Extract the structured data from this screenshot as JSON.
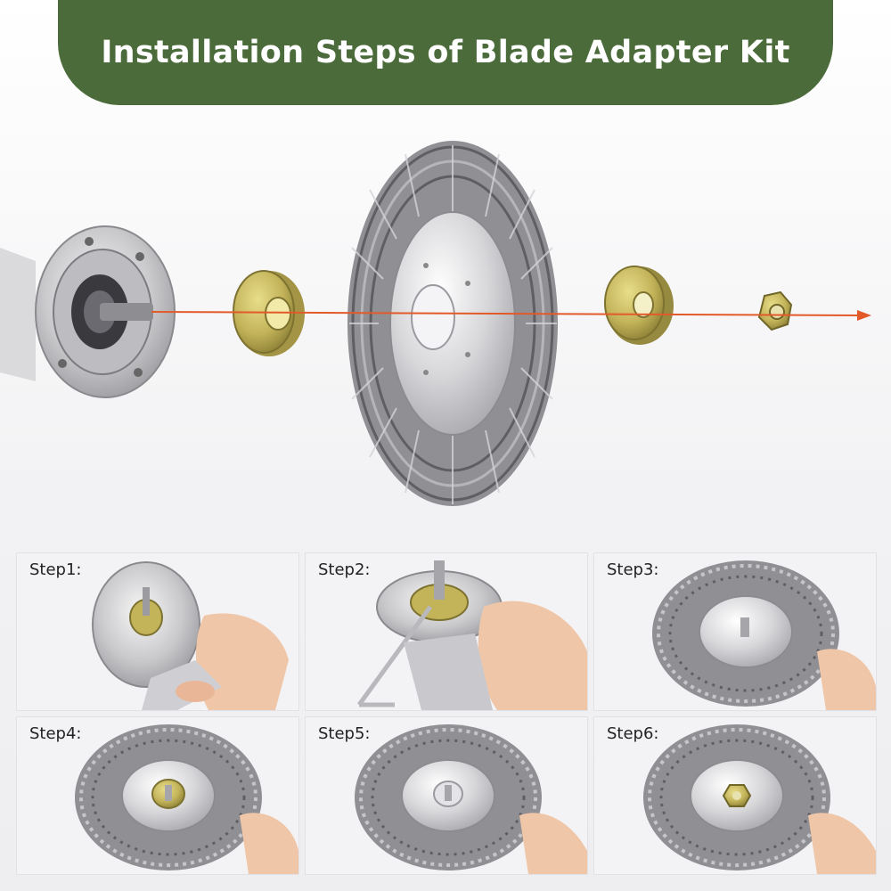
{
  "banner": {
    "title": "Installation Steps of Blade Adapter Kit",
    "color": "#4b6b3b"
  },
  "hero": {
    "parts": [
      "trimmer-gearhead",
      "adapter-bushing",
      "wire-wheel-brush",
      "flange-washer",
      "lock-nut"
    ],
    "arrow_color": "#e25a2a"
  },
  "steps": [
    {
      "label": "Step1:"
    },
    {
      "label": "Step2:"
    },
    {
      "label": "Step3:"
    },
    {
      "label": "Step4:"
    },
    {
      "label": "Step5:"
    },
    {
      "label": "Step6:"
    }
  ]
}
